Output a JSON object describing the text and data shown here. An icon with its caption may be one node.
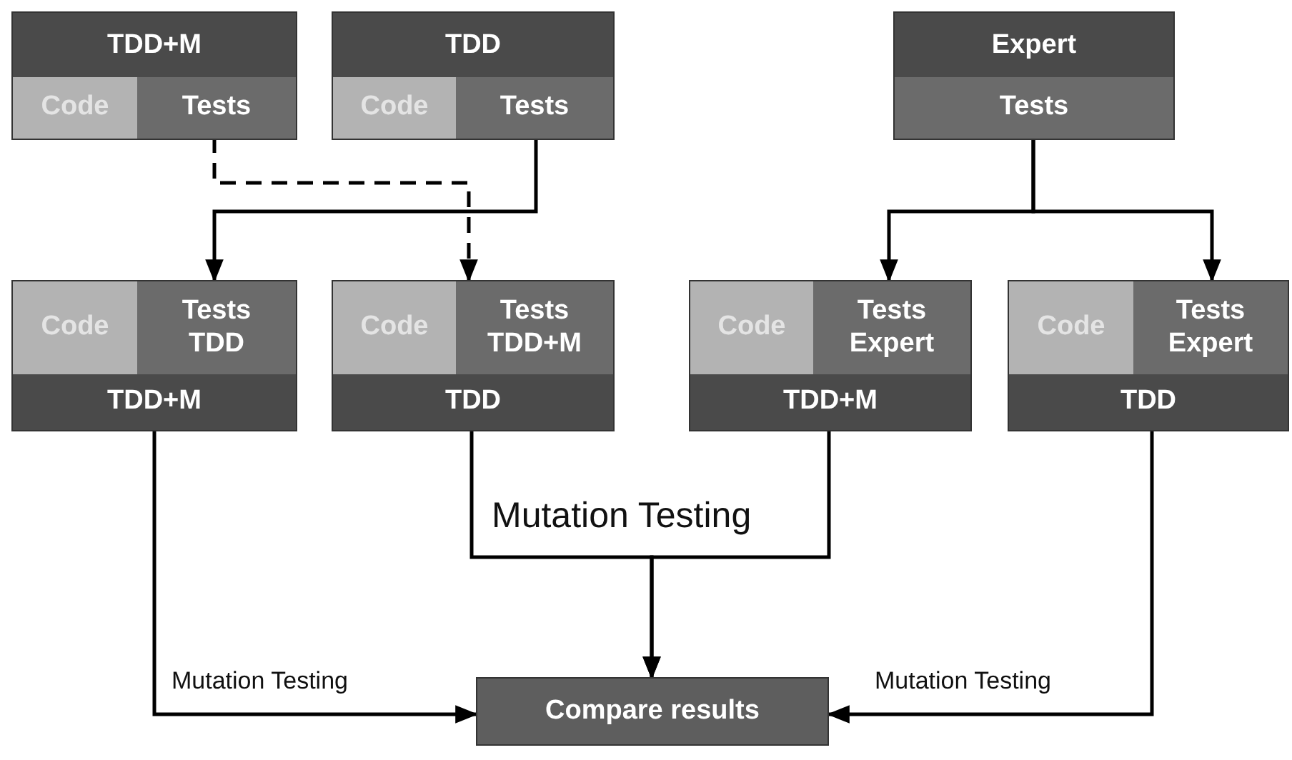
{
  "diagram": {
    "nodes": [
      {
        "text": [
          "TDD+M"
        ]
      },
      {
        "text": [
          "Code"
        ],
        "in": 0
      },
      {
        "text": [
          "Tests"
        ],
        "in": 0
      },
      {
        "text": [
          "TDD"
        ]
      },
      {
        "text": [
          "Code"
        ],
        "in": 3
      },
      {
        "text": [
          "Tests"
        ],
        "in": 3
      },
      {
        "text": [
          "Expert"
        ]
      },
      {
        "text": [
          "Tests"
        ],
        "in": 6
      },
      {
        "text": [
          "TDD+M"
        ]
      },
      {
        "text": [
          "Code"
        ],
        "in": 8
      },
      {
        "text": [
          "Tests TDD"
        ],
        "in": 8
      },
      {
        "text": [
          "TDD"
        ]
      },
      {
        "text": [
          "Code"
        ],
        "in": 11
      },
      {
        "text": [
          "Tests TDD+M"
        ],
        "in": 11
      },
      {
        "text": [
          "TDD+M"
        ]
      },
      {
        "text": [
          "Code"
        ],
        "in": 14
      },
      {
        "text": [
          "Tests Expert"
        ],
        "in": 14
      },
      {
        "text": [
          "TDD"
        ]
      },
      {
        "text": [
          "Code"
        ],
        "in": 17
      },
      {
        "text": [
          "Tests Expert"
        ],
        "in": 17
      },
      {
        "text": [
          "Compare results"
        ]
      }
    ],
    "edges": [
      {
        "from": 5,
        "to": 10,
        "arrow": "to"
      },
      {
        "from": 2,
        "to": 13,
        "arrow": "to",
        "style": "dashed"
      },
      {
        "from": 7,
        "to": 16,
        "arrow": "to"
      },
      {
        "from": 7,
        "to": 19,
        "arrow": "to"
      },
      {
        "from": 8,
        "to": 20,
        "arrow": "to",
        "label": "Mutation Testing"
      },
      {
        "from": 11,
        "to": 20,
        "arrow": "to",
        "label": "Mutation Testing"
      },
      {
        "from": 14,
        "to": 20,
        "arrow": "to"
      },
      {
        "from": 17,
        "to": 20,
        "arrow": "to",
        "label": "Mutation Testing"
      }
    ]
  }
}
